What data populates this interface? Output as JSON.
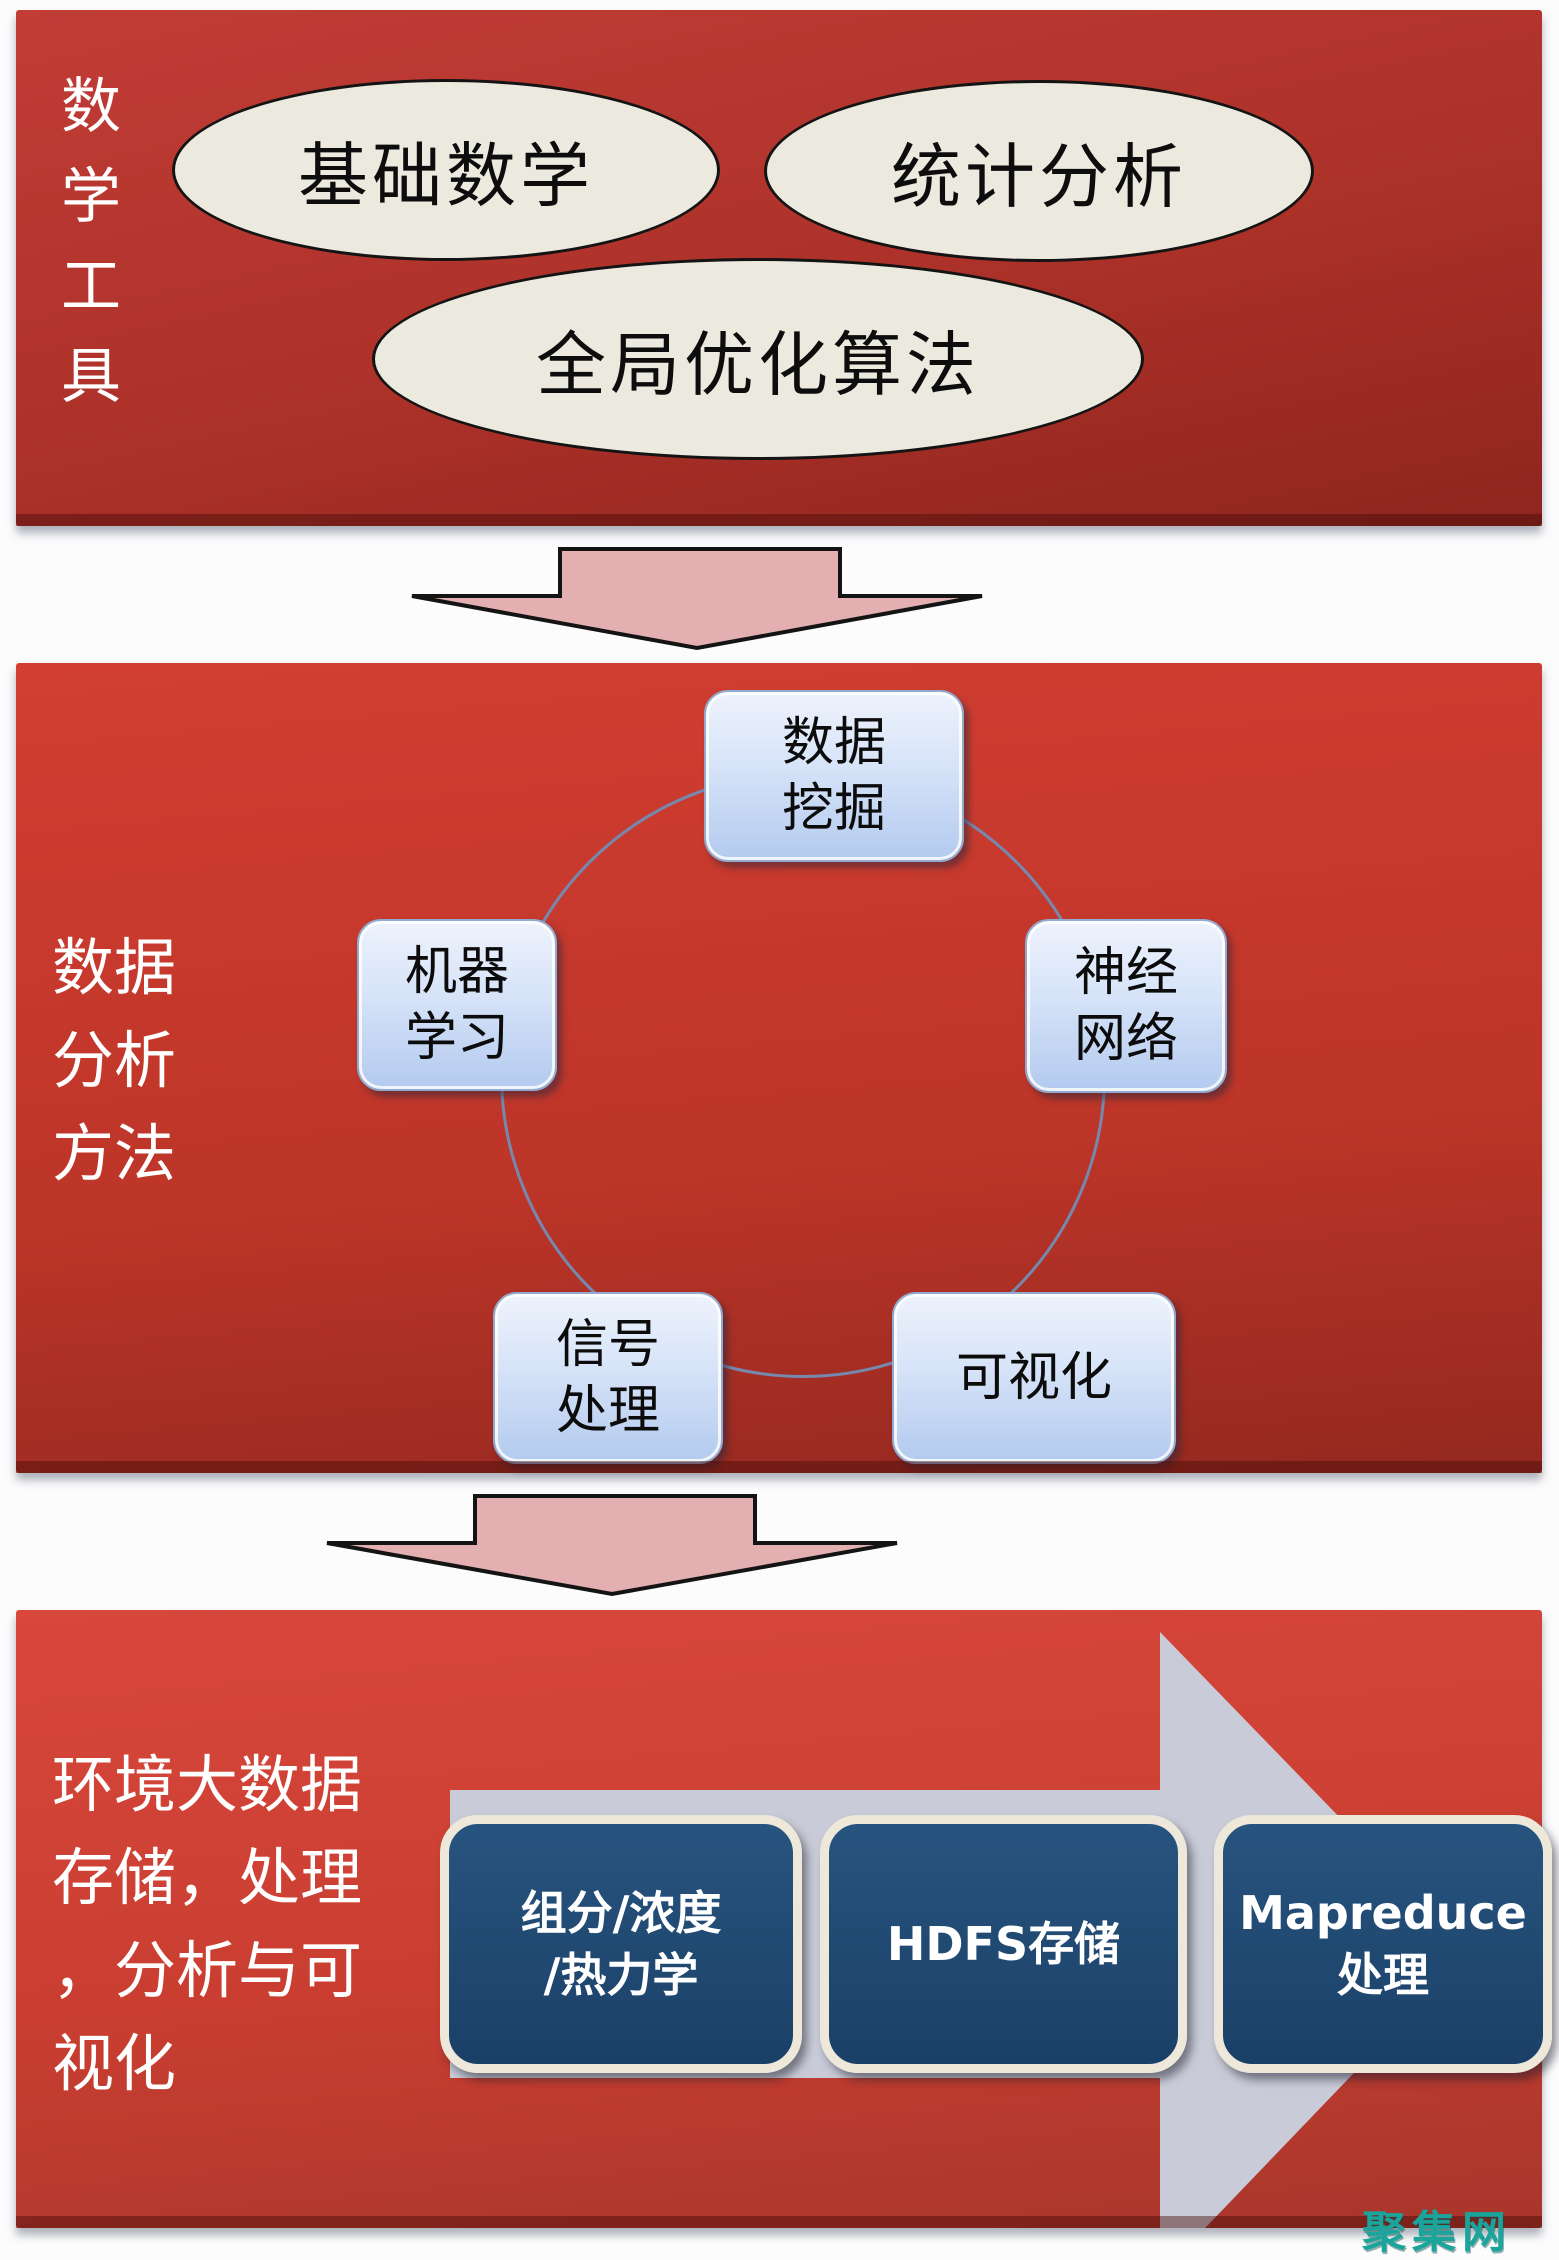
{
  "watermark": {
    "text": "聚集网",
    "color": "#1BA49B"
  },
  "connectors": {
    "down_arrow_fill": "#E4AFB1",
    "down_arrow_stroke": "#141414",
    "right_arrow_fill": "#C9CCD8"
  },
  "stages": [
    {
      "id": "math-tools",
      "title_chars": [
        "数",
        "学",
        "工",
        "具"
      ],
      "panel_gradient_top": "#C13D36",
      "panel_gradient_bottom": "#8E251E",
      "ellipse_fill": "#ECE9DE",
      "ellipses": [
        {
          "label": "基础数学"
        },
        {
          "label": "统计分析"
        },
        {
          "label": "全局优化算法"
        }
      ]
    },
    {
      "id": "data-analysis-methods",
      "title_lines": [
        "数据",
        "分析",
        "方法"
      ],
      "circle_color": "#7688AE",
      "node_fill_top": "#EEF3FC",
      "node_fill_bottom": "#B3CAEF",
      "nodes": [
        {
          "lines": [
            "数据",
            "挖掘"
          ]
        },
        {
          "lines": [
            "机器",
            "学习"
          ]
        },
        {
          "lines": [
            "神经",
            "网络"
          ]
        },
        {
          "lines": [
            "信号",
            "处理"
          ]
        },
        {
          "lines": [
            "可视化"
          ]
        }
      ]
    },
    {
      "id": "env-big-data",
      "title_lines": [
        "环境大数据",
        "存储，处理",
        "，分析与可",
        "视化"
      ],
      "step_fill": "#1F4E79",
      "step_border": "#EDE8D9",
      "steps": [
        {
          "lines": [
            "组分/浓度",
            "/热力学"
          ]
        },
        {
          "lines": [
            "HDFS存储"
          ]
        },
        {
          "lines": [
            "Mapreduce",
            "处理"
          ]
        }
      ]
    }
  ]
}
